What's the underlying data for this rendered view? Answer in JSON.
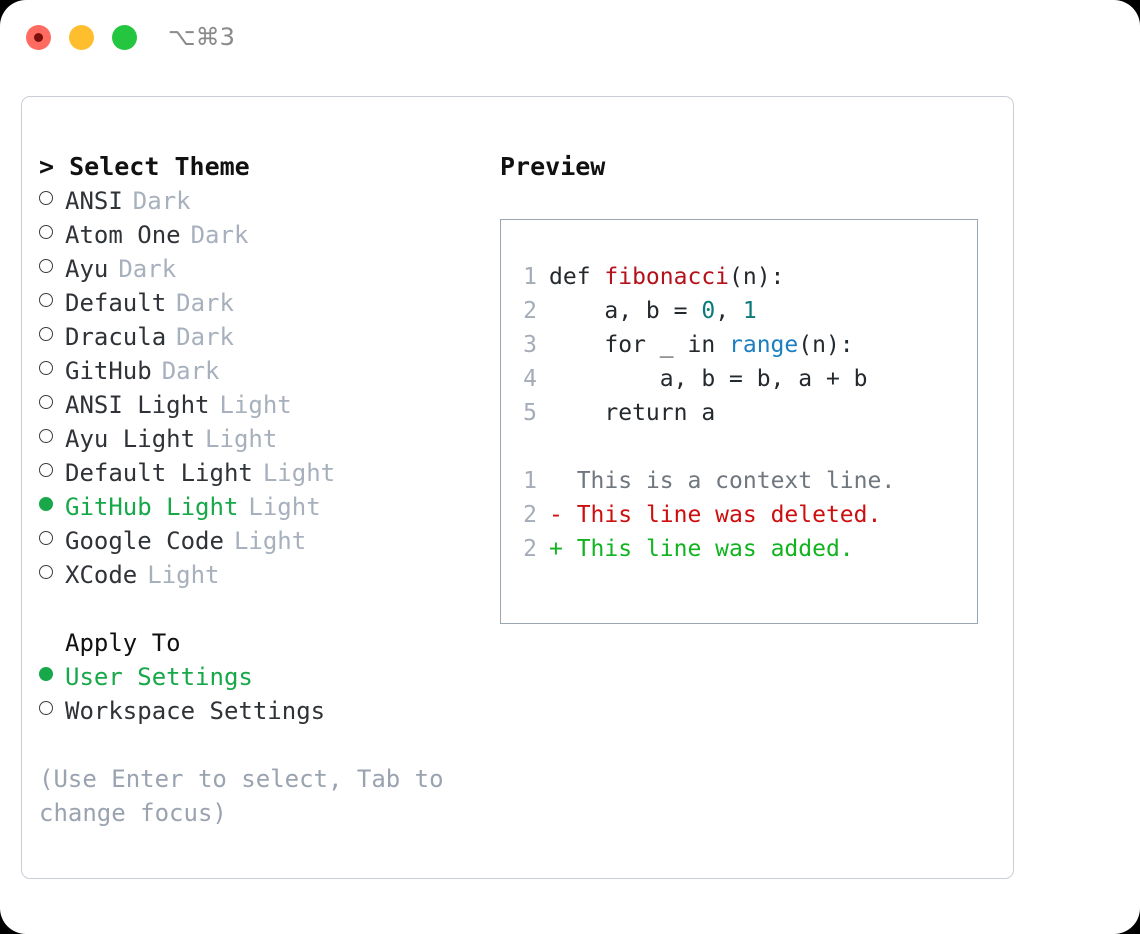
{
  "window": {
    "shortcut": "⌥⌘3",
    "traffic_lights": [
      "close-red",
      "minimize-yellow",
      "maximize-green"
    ]
  },
  "theme_picker": {
    "heading": "> Select Theme",
    "themes": [
      {
        "name": "ANSI",
        "variant": "Dark",
        "selected": false
      },
      {
        "name": "Atom One",
        "variant": "Dark",
        "selected": false
      },
      {
        "name": "Ayu",
        "variant": "Dark",
        "selected": false
      },
      {
        "name": "Default",
        "variant": "Dark",
        "selected": false
      },
      {
        "name": "Dracula",
        "variant": "Dark",
        "selected": false
      },
      {
        "name": "GitHub",
        "variant": "Dark",
        "selected": false
      },
      {
        "name": "ANSI Light",
        "variant": "Light",
        "selected": false
      },
      {
        "name": "Ayu Light",
        "variant": "Light",
        "selected": false
      },
      {
        "name": "Default Light",
        "variant": "Light",
        "selected": false
      },
      {
        "name": "GitHub Light",
        "variant": "Light",
        "selected": true
      },
      {
        "name": "Google Code",
        "variant": "Light",
        "selected": false
      },
      {
        "name": "XCode",
        "variant": "Light",
        "selected": false
      }
    ]
  },
  "apply_to": {
    "heading": "Apply To",
    "options": [
      {
        "label": "User Settings",
        "selected": true
      },
      {
        "label": "Workspace Settings",
        "selected": false
      }
    ]
  },
  "hint": "(Use Enter to select, Tab to change focus)",
  "preview": {
    "title": "Preview",
    "code_lines": [
      {
        "no": "1",
        "segments": [
          {
            "text": "def ",
            "type": "plain"
          },
          {
            "text": "fibonacci",
            "type": "fn"
          },
          {
            "text": "(n):",
            "type": "plain"
          }
        ]
      },
      {
        "no": "2",
        "segments": [
          {
            "text": "    a, b = ",
            "type": "plain"
          },
          {
            "text": "0",
            "type": "num"
          },
          {
            "text": ", ",
            "type": "plain"
          },
          {
            "text": "1",
            "type": "num"
          }
        ]
      },
      {
        "no": "3",
        "segments": [
          {
            "text": "    for _ in ",
            "type": "plain"
          },
          {
            "text": "range",
            "type": "call"
          },
          {
            "text": "(n):",
            "type": "plain"
          }
        ]
      },
      {
        "no": "4",
        "segments": [
          {
            "text": "        a, b = b, a + b",
            "type": "plain"
          }
        ]
      },
      {
        "no": "5",
        "segments": [
          {
            "text": "    return a",
            "type": "plain"
          }
        ]
      }
    ],
    "diff_lines": [
      {
        "no": "1",
        "marker": " ",
        "text": " This is a context line.",
        "kind": "context"
      },
      {
        "no": "2",
        "marker": "-",
        "text": " This line was deleted.",
        "kind": "deleted"
      },
      {
        "no": "2",
        "marker": "+",
        "text": " This line was added.",
        "kind": "added"
      }
    ]
  },
  "colors": {
    "accent_green": "#17a84a",
    "muted": "#a7b0bd",
    "hint": "#9aa3b0",
    "diff_add": "#11b321",
    "diff_del": "#cc0e0e",
    "token_fn": "#b5111a",
    "token_num": "#0c7a7a",
    "token_call": "#1a7fc1"
  }
}
